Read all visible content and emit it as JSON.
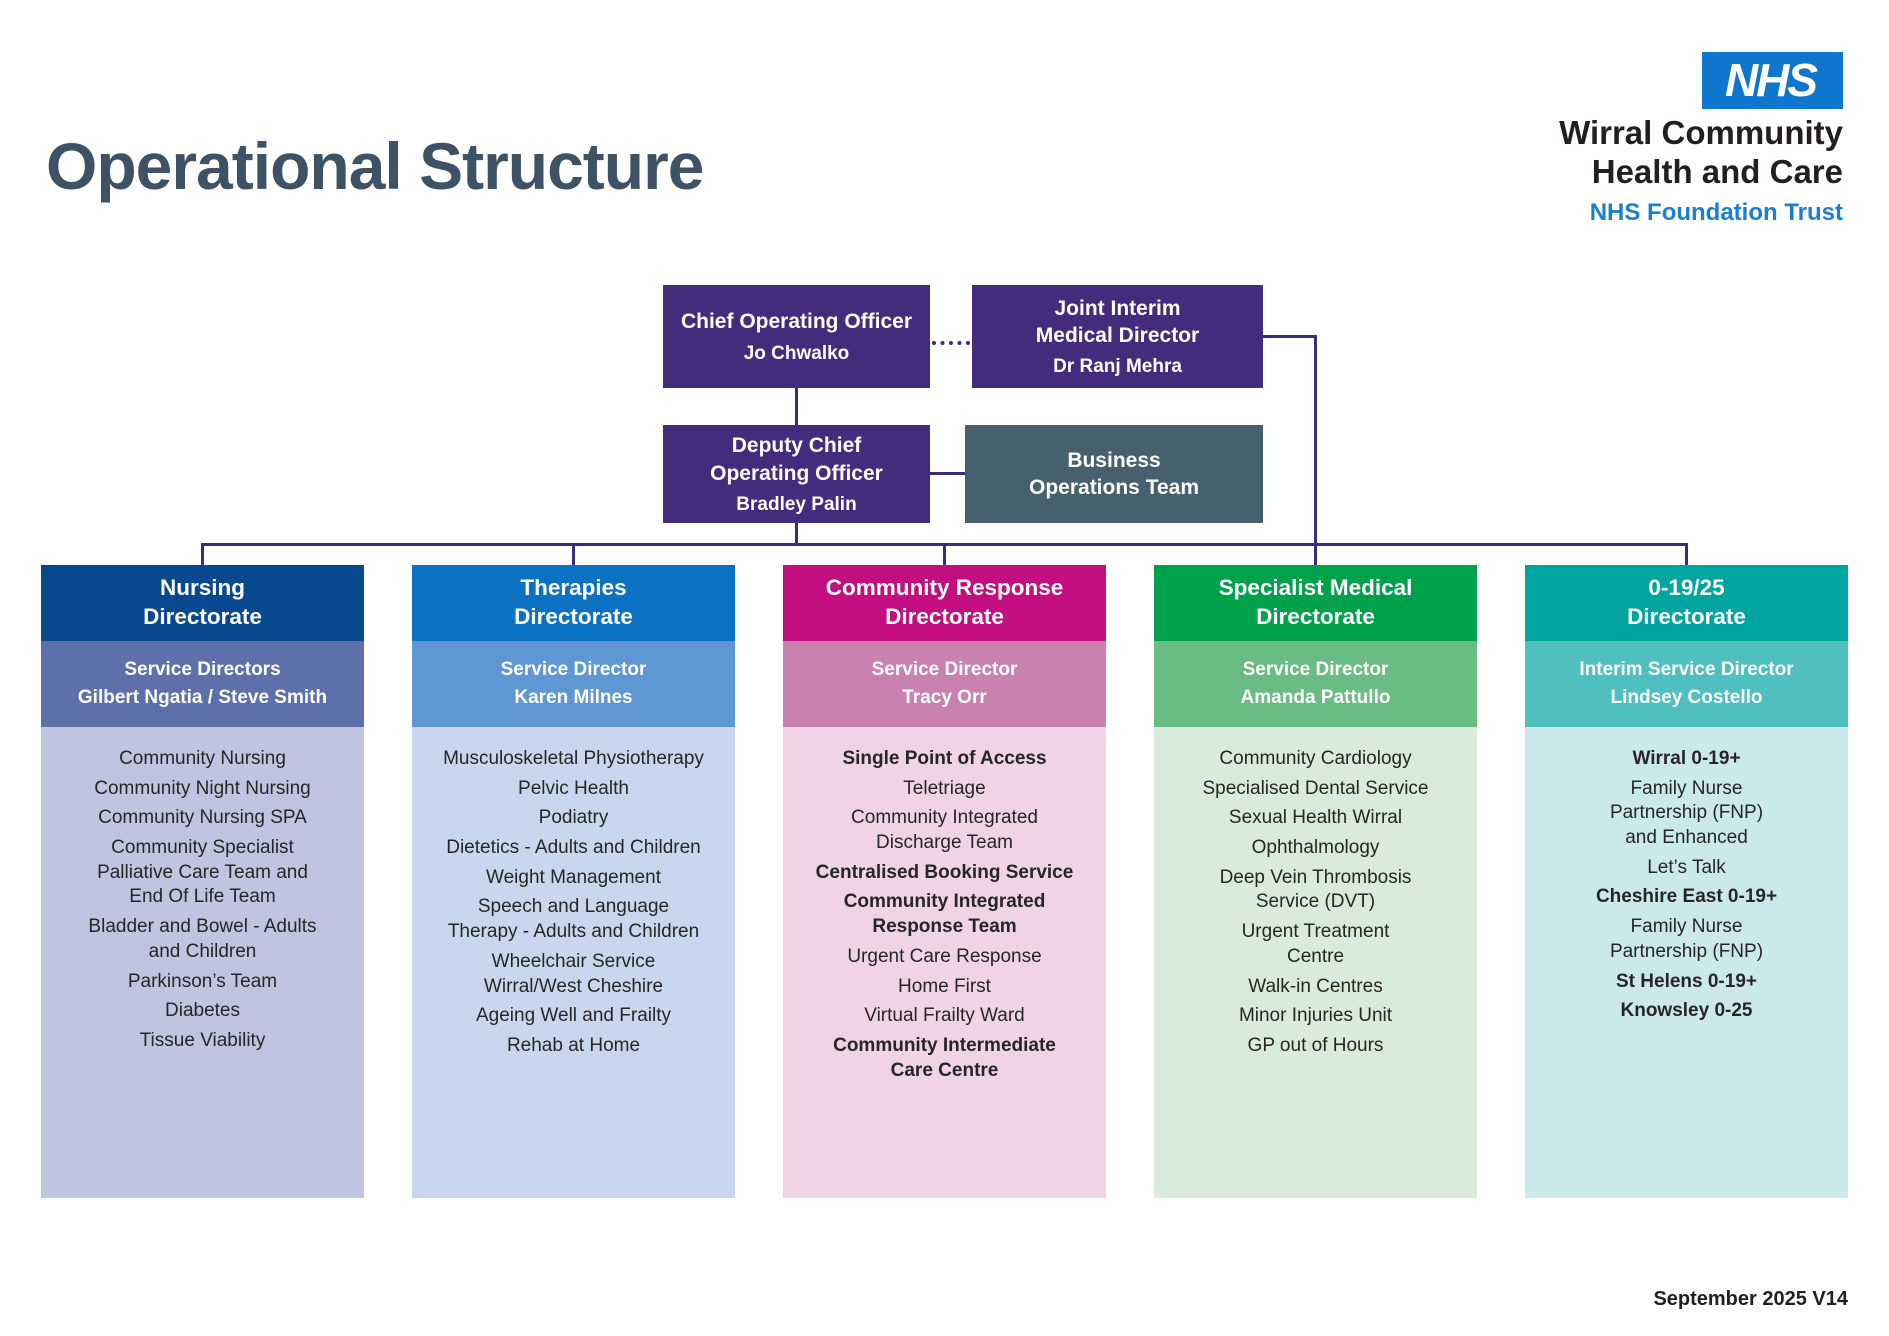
{
  "page": {
    "title": "Operational Structure",
    "footer": "September 2025 V14"
  },
  "logo": {
    "nhs": "NHS",
    "org_name": "Wirral Community\nHealth and Care",
    "trust": "NHS Foundation Trust"
  },
  "leadership": {
    "coo": {
      "title": "Chief Operating Officer",
      "name": "Jo Chwalko"
    },
    "medical_director": {
      "title": "Joint Interim\nMedical Director",
      "name": "Dr Ranj Mehra"
    },
    "deputy_coo": {
      "title": "Deputy Chief\nOperating Officer",
      "name": "Bradley Palin"
    },
    "business_ops": {
      "title": "Business\nOperations Team"
    }
  },
  "directorates": [
    {
      "name": "Nursing\nDirectorate",
      "director_role": "Service Directors",
      "director_name": "Gilbert Ngatia / Steve Smith",
      "colors": {
        "header": "#07488F",
        "sub": "#5E70A9",
        "body": "#C1C4E1"
      },
      "services": [
        {
          "text": "Community Nursing",
          "bold": false
        },
        {
          "text": "Community Night Nursing",
          "bold": false
        },
        {
          "text": "Community Nursing SPA",
          "bold": false
        },
        {
          "text": "Community Specialist\nPalliative Care Team and\nEnd Of Life Team",
          "bold": false
        },
        {
          "text": "Bladder and Bowel - Adults\nand Children",
          "bold": false
        },
        {
          "text": "Parkinson’s Team",
          "bold": false
        },
        {
          "text": "Diabetes",
          "bold": false
        },
        {
          "text": "Tissue Viability",
          "bold": false
        }
      ]
    },
    {
      "name": "Therapies\nDirectorate",
      "director_role": "Service Director",
      "director_name": "Karen Milnes",
      "colors": {
        "header": "#0B71C3",
        "sub": "#5E97D3",
        "body": "#C9D7EE"
      },
      "services": [
        {
          "text": "Musculoskeletal Physiotherapy",
          "bold": false
        },
        {
          "text": "Pelvic Health",
          "bold": false
        },
        {
          "text": "Podiatry",
          "bold": false
        },
        {
          "text": "Dietetics - Adults and Children",
          "bold": false
        },
        {
          "text": "Weight Management",
          "bold": false
        },
        {
          "text": "Speech and Language\nTherapy - Adults and Children",
          "bold": false
        },
        {
          "text": "Wheelchair Service\nWirral/West Cheshire",
          "bold": false
        },
        {
          "text": "Ageing Well and Frailty",
          "bold": false
        },
        {
          "text": "Rehab at Home",
          "bold": false
        }
      ]
    },
    {
      "name": "Community Response\nDirectorate",
      "director_role": "Service Director",
      "director_name": "Tracy Orr",
      "colors": {
        "header": "#C20E7F",
        "sub": "#C981AF",
        "body": "#F0D4E5"
      },
      "services": [
        {
          "text": "Single Point of Access",
          "bold": true
        },
        {
          "text": "Teletriage",
          "bold": false
        },
        {
          "text": "Community Integrated\nDischarge Team",
          "bold": false
        },
        {
          "text": "Centralised Booking Service",
          "bold": true
        },
        {
          "text": "Community Integrated\nResponse Team",
          "bold": true
        },
        {
          "text": "Urgent Care Response",
          "bold": false
        },
        {
          "text": "Home First",
          "bold": false
        },
        {
          "text": "Virtual Frailty Ward",
          "bold": false
        },
        {
          "text": "Community Intermediate\nCare Centre",
          "bold": true
        }
      ]
    },
    {
      "name": "Specialist Medical\nDirectorate",
      "director_role": "Service Director",
      "director_name": "Amanda Pattullo",
      "colors": {
        "header": "#00A14B",
        "sub": "#69BC83",
        "body": "#D9EBDA"
      },
      "services": [
        {
          "text": "Community Cardiology",
          "bold": false
        },
        {
          "text": "Specialised Dental Service",
          "bold": false
        },
        {
          "text": "Sexual Health Wirral",
          "bold": false
        },
        {
          "text": "Ophthalmology",
          "bold": false
        },
        {
          "text": "Deep Vein Thrombosis\nService (DVT)",
          "bold": false
        },
        {
          "text": "Urgent Treatment\nCentre",
          "bold": false
        },
        {
          "text": "Walk-in Centres",
          "bold": false
        },
        {
          "text": "Minor Injuries Unit",
          "bold": false
        },
        {
          "text": "GP out of Hours",
          "bold": false
        }
      ]
    },
    {
      "name": "0-19/25\nDirectorate",
      "director_role": "Interim Service Director",
      "director_name": "Lindsey Costello",
      "colors": {
        "header": "#00A5A0",
        "sub": "#4FBFC0",
        "body": "#CBE8EB"
      },
      "services": [
        {
          "text": "Wirral 0-19+",
          "bold": true
        },
        {
          "text": "Family Nurse\nPartnership (FNP)\nand Enhanced",
          "bold": false
        },
        {
          "text": "Let’s Talk",
          "bold": false
        },
        {
          "text": "Cheshire East 0-19+",
          "bold": true
        },
        {
          "text": "Family Nurse\nPartnership (FNP)",
          "bold": false
        },
        {
          "text": "St Helens 0-19+",
          "bold": true
        },
        {
          "text": "Knowsley 0-25",
          "bold": true
        }
      ]
    }
  ]
}
